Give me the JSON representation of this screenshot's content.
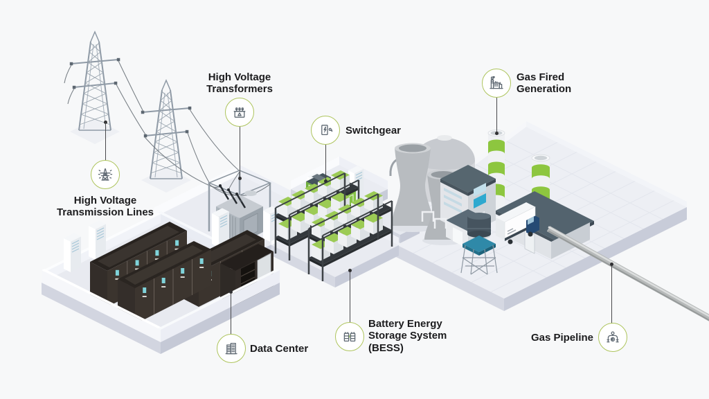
{
  "diagram": {
    "background_color": "#f7f8f9",
    "palette": {
      "accent_ring_green": "#adc45c",
      "stripe_green": "#8dc63f",
      "roof_slate": "#54646f",
      "platform_gray": "#eaecf2",
      "rack_dark": "#2a2522",
      "screen_teal": "#7fd3da"
    },
    "callouts": {
      "transmission_lines": {
        "label": "High Voltage Transmission Lines",
        "icon": "transmission-tower-icon"
      },
      "transformers": {
        "label": "High Voltage Transformers",
        "icon": "transformer-icon"
      },
      "switchgear": {
        "label": "Switchgear",
        "icon": "switchgear-icon"
      },
      "gas_fired_generation": {
        "label": "Gas Fired Generation",
        "icon": "factory-icon"
      },
      "data_center": {
        "label": "Data Center",
        "icon": "building-icon"
      },
      "bess": {
        "label": "Battery Energy Storage System (BESS)",
        "icon": "battery-icon"
      },
      "gas_pipeline": {
        "label": "Gas Pipeline",
        "icon": "pipeline-valve-icon"
      }
    }
  }
}
